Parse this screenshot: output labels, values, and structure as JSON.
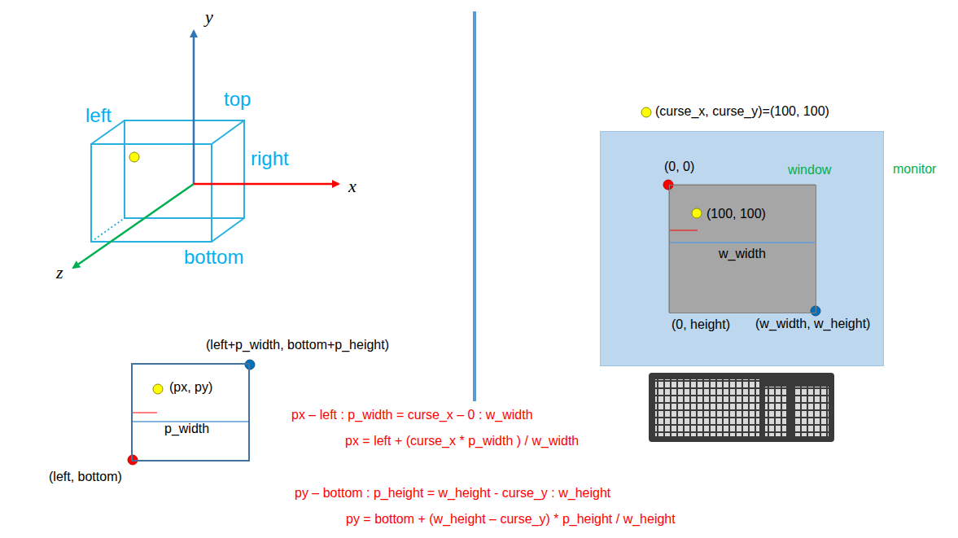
{
  "diagram": {
    "nodes": [
      {
        "text": [
          "monitor"
        ]
      },
      {
        "text": [
          "window",
          "(100, 100)",
          "w_width"
        ],
        "in": 0
      },
      {
        "text": [
          "(px, py)",
          "p_width"
        ]
      }
    ],
    "labels": [
      "y",
      "x",
      "z",
      "left",
      "top",
      "right",
      "bottom",
      "(curse_x, curse_y)=(100, 100)",
      "(0, 0)",
      "(0, height)",
      "(w_width, w_height)",
      "(left+p_width, bottom+p_height)",
      "(left, bottom)",
      "px – left : p_width = curse_x – 0 : w_width",
      "px = left + (curse_x * p_width ) / w_width",
      "py – bottom : p_height = w_height - curse_y : w_height",
      "py = bottom + (w_height – curse_y) * p_height / w_height"
    ]
  }
}
